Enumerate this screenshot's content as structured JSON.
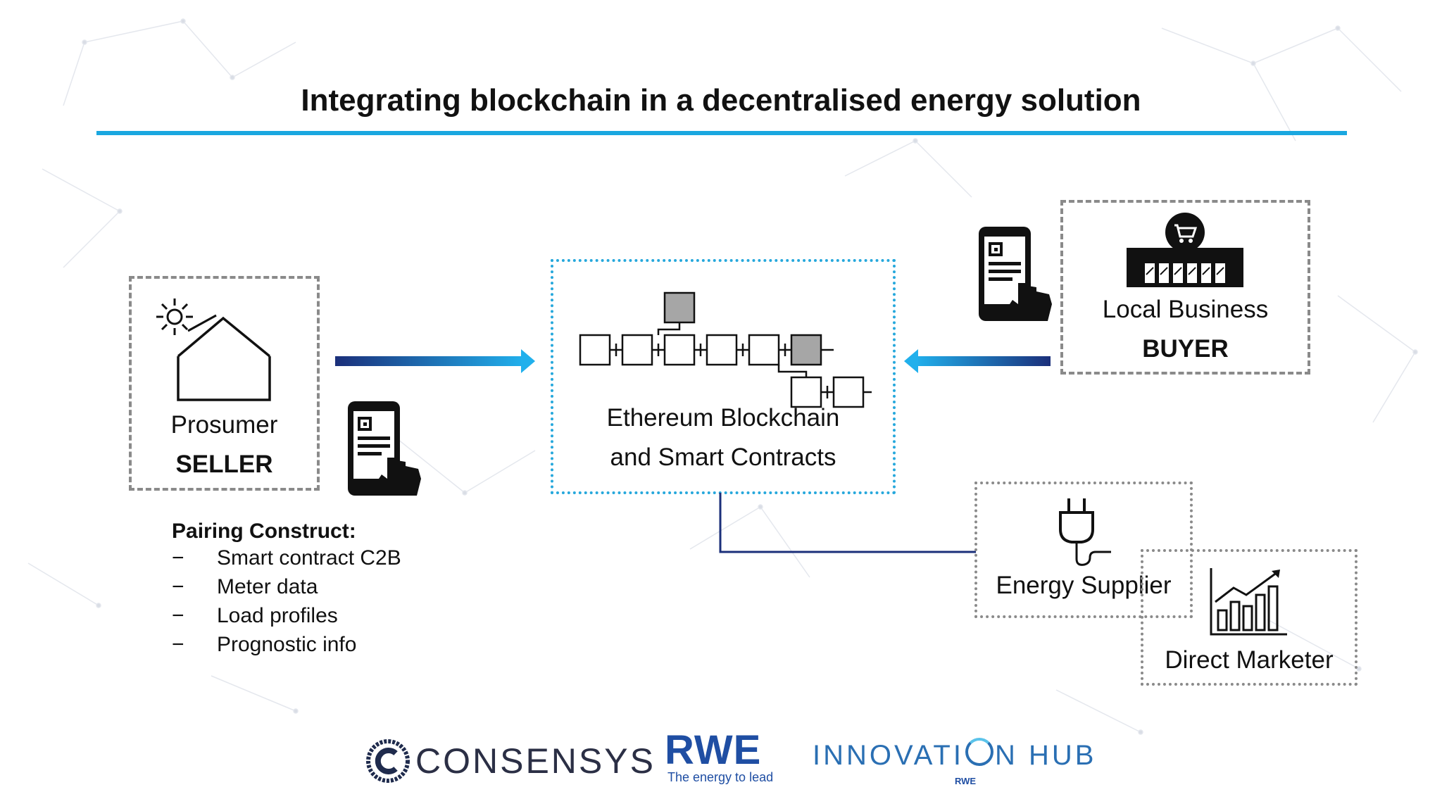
{
  "title": "Integrating blockchain in a decentralised energy solution",
  "seller": {
    "role": "Prosumer",
    "label": "SELLER"
  },
  "center": {
    "line1": "Ethereum Blockchain",
    "line2": "and Smart Contracts"
  },
  "buyer": {
    "role": "Local Business",
    "label": "BUYER"
  },
  "supplier": {
    "label": "Energy Supplier"
  },
  "marketer": {
    "label": "Direct Marketer"
  },
  "pairing": {
    "heading": "Pairing Construct:",
    "bullet": "−",
    "items": [
      "Smart contract C2B",
      "Meter data",
      "Load profiles",
      "Prognostic info"
    ]
  },
  "logos": {
    "consensys": "CONSENSYS",
    "rwe": "RWE",
    "rwe_tagline": "The energy to lead",
    "hub_left": "INNOVATI",
    "hub_right": "N HUB",
    "hub_sub": "RWE"
  },
  "colors": {
    "accent": "#1aa7e0",
    "arrow_dark": "#1b2f7a",
    "arrow_light": "#21b0ec",
    "dashed_gray": "#8a8a8a",
    "block_gray": "#a6a6a6",
    "rwe_blue": "#1f4ea3",
    "hub_blue": "#2a6fb3"
  },
  "icons": [
    "sun-icon",
    "house-icon",
    "smartphone-tap-icon",
    "shop-cart-icon",
    "plug-icon",
    "growth-chart-icon"
  ]
}
